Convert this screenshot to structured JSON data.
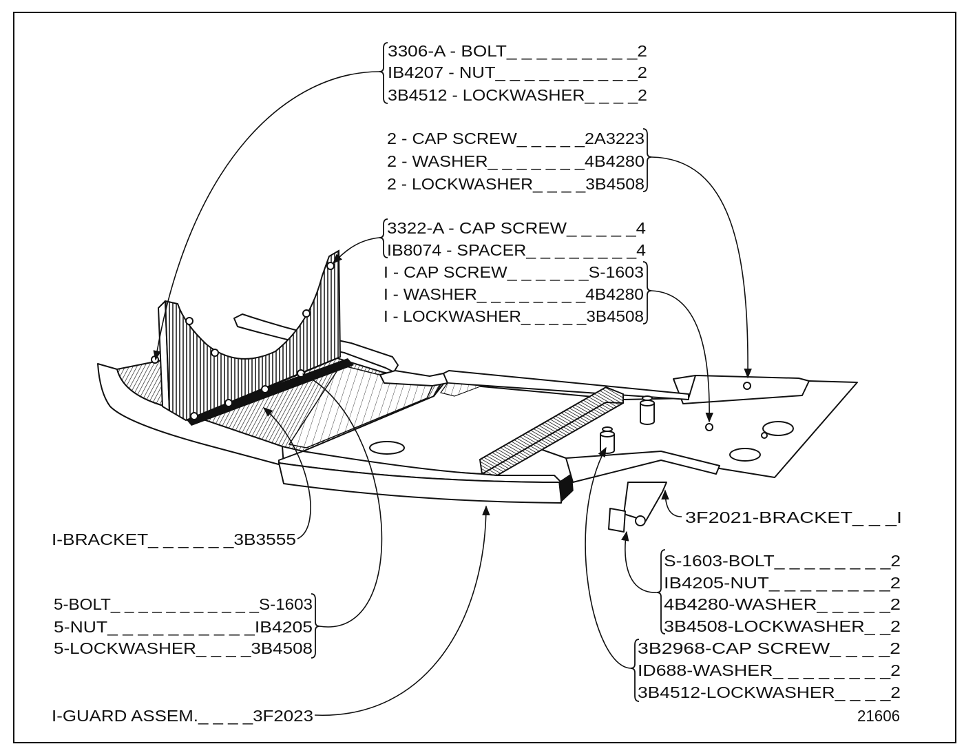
{
  "parts_callouts": {
    "bolt_nut_lockwasher_top": [
      "3306-A - BOLT_ _ _ _ _ _ _ _ _2",
      "IB4207 - NUT_ _ _ _ _ _ _ _ _ _2",
      "3B4512 - LOCKWASHER_ _ _ _2"
    ],
    "cap_screw_2": [
      "2 - CAP SCREW_ _ _ _ _2A3223",
      "2 - WASHER_ _ _ _ _ _ _4B4280",
      "2 - LOCKWASHER_ _ _ _3B4508"
    ],
    "cap_screw_spacer": [
      "3322-A - CAP SCREW_ _ _ _ _4",
      "IB8074 - SPACER_ _ _ _ _ _ _ _4"
    ],
    "cap_screw_1": [
      "I - CAP SCREW_ _ _ _ _ _S-1603",
      "I - WASHER_ _ _ _ _ _ _ _4B4280",
      "I - LOCKWASHER_ _ _ _ _3B4508"
    ],
    "bracket_left": "I-BRACKET_ _ _ _ _ _3B3555",
    "bolts_5": [
      "5-BOLT_ _ _ _ _ _ _ _ _ _ _S-1603",
      "5-NUT_ _ _ _ _ _ _ _ _ _IB4205",
      "5-LOCKWASHER_ _ _ _3B4508"
    ],
    "guard_assembly": "I-GUARD ASSEM._ _ _ _3F2023",
    "bracket_right": "3F2021-BRACKET_ _ _I",
    "bolt_group": [
      "S-1603-BOLT_ _ _ _ _ _ _ _2",
      "IB4205-NUT_ _ _ _ _ _ _ _2",
      "4B4280-WASHER_ _ _ _ _2",
      "3B4508-LOCKWASHER_ _2"
    ],
    "cap_screw_group": [
      "3B2968-CAP SCREW_ _ _ _2",
      "ID688-WASHER_ _ _ _ _ _ _ _2",
      "3B4512-LOCKWASHER_ _ _ _2"
    ]
  },
  "drawing_number": "21606",
  "colors": {
    "ink": "#111111",
    "paper": "#ffffff"
  }
}
